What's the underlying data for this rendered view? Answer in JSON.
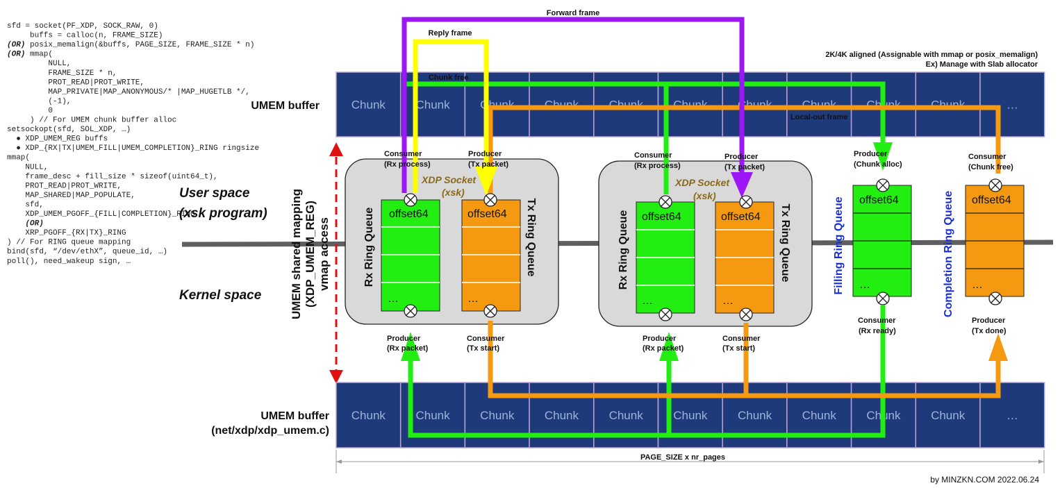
{
  "code_lines": [
    {
      "indent": 0,
      "prefix": "",
      "text": "sfd = socket(PF_XDP, SOCK_RAW, 0)"
    },
    {
      "indent": 5,
      "prefix": "",
      "text": "buffs = calloc(n, FRAME_SIZE)"
    },
    {
      "indent": 0,
      "prefix": "(OR)",
      "text": " posix_memalign(&buffs, PAGE_SIZE, FRAME_SIZE * n)"
    },
    {
      "indent": 0,
      "prefix": "(OR)",
      "text": " mmap("
    },
    {
      "indent": 9,
      "prefix": "",
      "text": "NULL,"
    },
    {
      "indent": 9,
      "prefix": "",
      "text": "FRAME_SIZE * n,"
    },
    {
      "indent": 9,
      "prefix": "",
      "text": "PROT_READ|PROT_WRITE,"
    },
    {
      "indent": 9,
      "prefix": "",
      "text": "MAP_PRIVATE|MAP_ANONYMOUS/* |MAP_HUGETLB */,"
    },
    {
      "indent": 9,
      "prefix": "",
      "text": "(-1),"
    },
    {
      "indent": 9,
      "prefix": "",
      "text": "0"
    },
    {
      "indent": 5,
      "prefix": "",
      "text": ") // For UMEM chunk buffer alloc"
    },
    {
      "indent": 0,
      "prefix": "",
      "text": "setsockopt(sfd, SOL_XDP, …)"
    },
    {
      "indent": 2,
      "prefix": "",
      "text": "●   XDP_UMEM_REG buffs"
    },
    {
      "indent": 2,
      "prefix": "",
      "text": "●   XDP_{RX|TX|UMEM_FILL|UMEM_COMPLETION}_RING ringsize"
    },
    {
      "indent": 0,
      "prefix": "",
      "text": "mmap("
    },
    {
      "indent": 4,
      "prefix": "",
      "text": "NULL,"
    },
    {
      "indent": 4,
      "prefix": "",
      "text": "frame_desc + fill_size * sizeof(uint64_t),"
    },
    {
      "indent": 4,
      "prefix": "",
      "text": "PROT_READ|PROT_WRITE,"
    },
    {
      "indent": 4,
      "prefix": "",
      "text": "MAP_SHARED|MAP_POPULATE,"
    },
    {
      "indent": 4,
      "prefix": "",
      "text": "sfd,"
    },
    {
      "indent": 4,
      "prefix": "",
      "text": "XDP_UMEM_PGOFF_{FILL|COMPLETION}_RING"
    },
    {
      "indent": 4,
      "prefix": "(OR)",
      "text": ""
    },
    {
      "indent": 4,
      "prefix": "",
      "text": "XRP_PGOFF_{RX|TX}_RING"
    },
    {
      "indent": 0,
      "prefix": "",
      "text": ") // For RING queue mapping"
    },
    {
      "indent": 0,
      "prefix": "",
      "text": "bind(sfd, “/dev/ethX”, queue_id, …)"
    },
    {
      "indent": 0,
      "prefix": "",
      "text": "poll(), need_wakeup sign, …"
    }
  ],
  "labels": {
    "user_space_1": "User space",
    "user_space_2": "(xsk program)",
    "kernel_space": "Kernel space",
    "umem_buffer_top": "UMEM buffer",
    "umem_buffer_bottom_1": "UMEM buffer",
    "umem_buffer_bottom_2": "(net/xdp/xdp_umem.c)",
    "shared_mapping_1": "UMEM shared mapping",
    "shared_mapping_2": "(XDP_UMEM_REG)",
    "shared_mapping_3": "vmap access",
    "aligned_note_1": "2K/4K aligned (Assignable with mmap or posix_memalign)",
    "aligned_note_2": "Ex) Manage with Slab allocator",
    "forward_frame": "Forward frame",
    "reply_frame": "Reply frame",
    "chunk_free": "Chunk free",
    "local_out_frame": "Local-out frame",
    "page_size": "PAGE_SIZE x nr_pages",
    "credit": "by MINZKN.COM 2022.06.24"
  },
  "umem_top_chunks": [
    "Chunk",
    "Chunk",
    "Chunk",
    "Chunk",
    "Chunk",
    "Chunk",
    "Chunk",
    "Chunk",
    "Chunk",
    "Chunk",
    "…"
  ],
  "umem_bottom_chunks": [
    "Chunk",
    "Chunk",
    "Chunk",
    "Chunk",
    "Chunk",
    "Chunk",
    "Chunk",
    "Chunk",
    "Chunk",
    "Chunk",
    "…"
  ],
  "sockets": [
    {
      "title_1": "XDP Socket",
      "title_2": "(xsk)",
      "rx_label": "Rx Ring Queue",
      "tx_label": "Tx Ring Queue",
      "rx_top_slot": "offset64",
      "rx_bottom_slot": "…",
      "tx_top_slot": "offset64",
      "tx_bottom_slot": "…",
      "rx_consumer_1": "Consumer",
      "rx_consumer_2": "(Rx process)",
      "tx_producer_1": "Producer",
      "tx_producer_2": "(Tx packet)",
      "rx_producer_1": "Producer",
      "rx_producer_2": "(Rx packet)",
      "tx_consumer_1": "Consumer",
      "tx_consumer_2": "(Tx start)"
    },
    {
      "title_1": "XDP Socket",
      "title_2": "(xsk)",
      "rx_label": "Rx Ring Queue",
      "tx_label": "Tx Ring Queue",
      "rx_top_slot": "offset64",
      "rx_bottom_slot": "…",
      "tx_top_slot": "offset64",
      "tx_bottom_slot": "…",
      "rx_consumer_1": "Consumer",
      "rx_consumer_2": "(Rx process)",
      "tx_producer_1": "Producer",
      "tx_producer_2": "(Tx packet)",
      "rx_producer_1": "Producer",
      "rx_producer_2": "(Rx packet)",
      "tx_consumer_1": "Consumer",
      "tx_consumer_2": "(Tx start)"
    }
  ],
  "fill_ring": {
    "label": "Filling Ring Queue",
    "top_slot": "offset64",
    "bottom_slot": "…",
    "producer_1": "Producer",
    "producer_2": "(Chunk alloc)",
    "consumer_1": "Consumer",
    "consumer_2": "(Rx ready)"
  },
  "completion_ring": {
    "label": "Completion Ring Queue",
    "top_slot": "offset64",
    "bottom_slot": "…",
    "consumer_1": "Consumer",
    "consumer_2": "(Chunk free)",
    "producer_1": "Producer",
    "producer_2": "(Tx done)"
  },
  "colors": {
    "umem": "#1f3a7a",
    "umem_border": "#b9a3d6",
    "green": "#22ee11",
    "orange": "#f59a10",
    "yellow": "#ffff00",
    "purple": "#9b17f5",
    "red": "#e01010",
    "socket_bg": "#d9d9d9",
    "blue_label": "#1a2fd8",
    "xdp_title": "#8b6914"
  }
}
